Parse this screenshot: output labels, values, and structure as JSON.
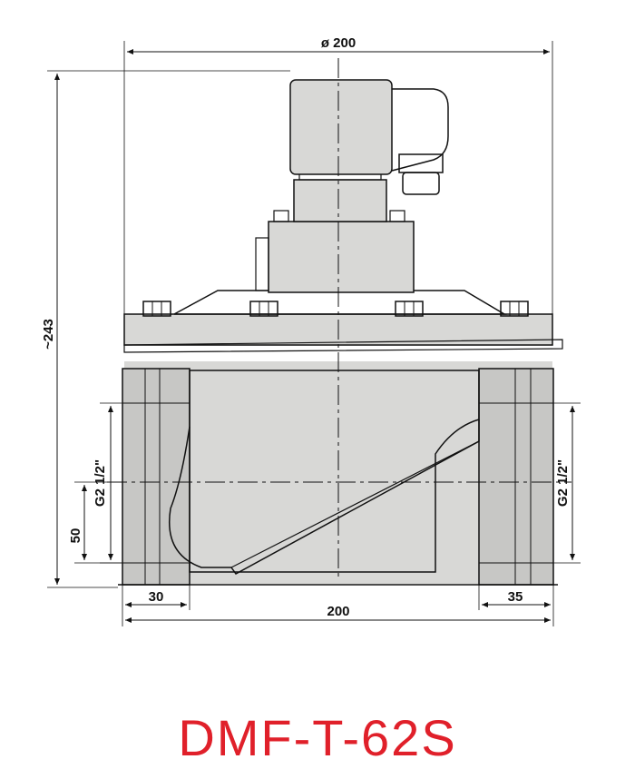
{
  "model": "DMF-T-62S",
  "colors": {
    "title": "#e0202a",
    "line": "#111111",
    "body": "#d8d8d6"
  },
  "dimensions": {
    "top_width": "ø 200",
    "overall_height": "~243",
    "left_port": "G2 1/2\"",
    "right_port": "G2 1/2\"",
    "port_height": "50",
    "left_port_depth": "30",
    "right_port_depth": "35",
    "body_length": "200"
  }
}
